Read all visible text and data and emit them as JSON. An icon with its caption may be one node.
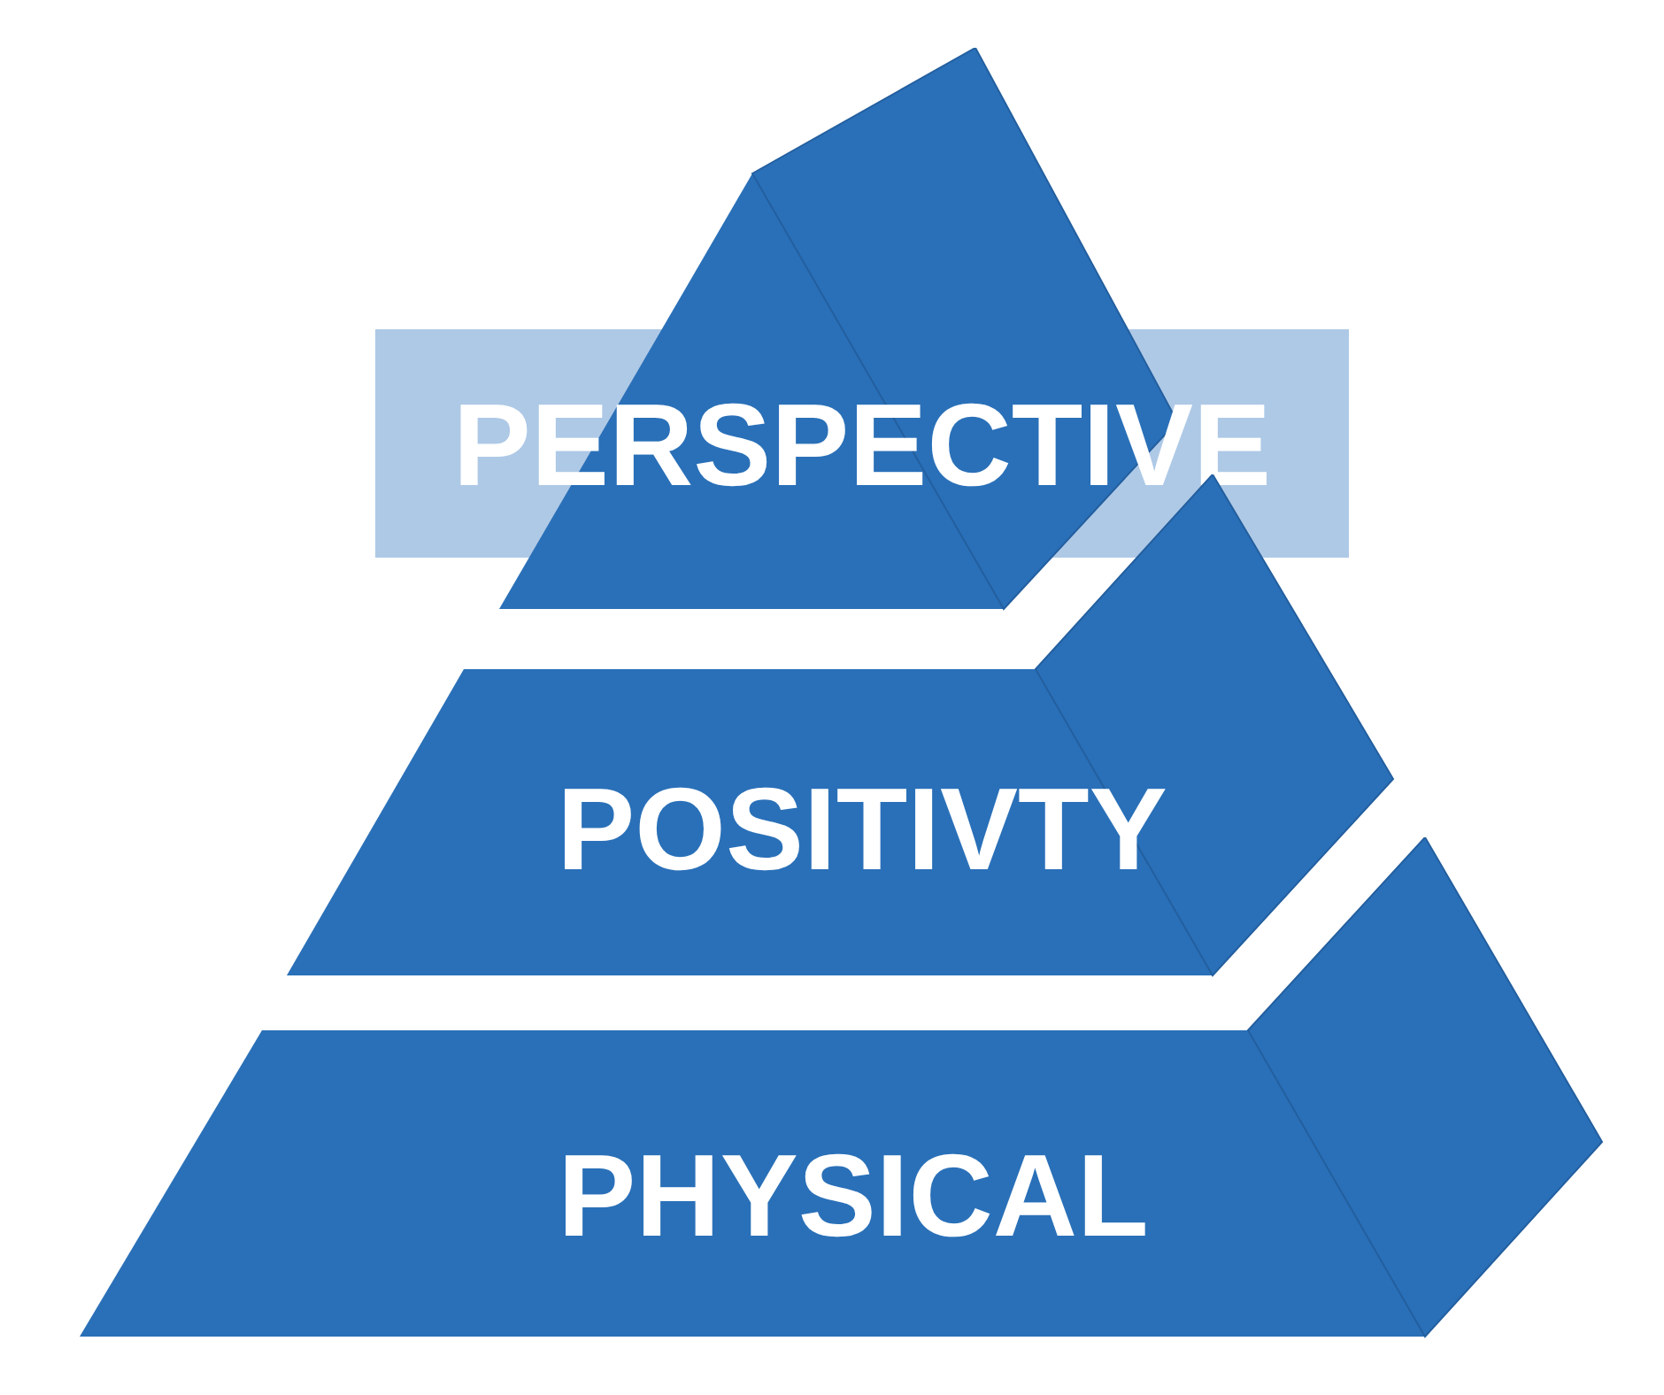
{
  "diagram": {
    "nodes": [
      {
        "text": [
          "PERSPECTIVE"
        ]
      },
      {
        "text": [
          "POSITIVTY"
        ]
      },
      {
        "text": [
          "PHYSICAL"
        ]
      }
    ]
  }
}
